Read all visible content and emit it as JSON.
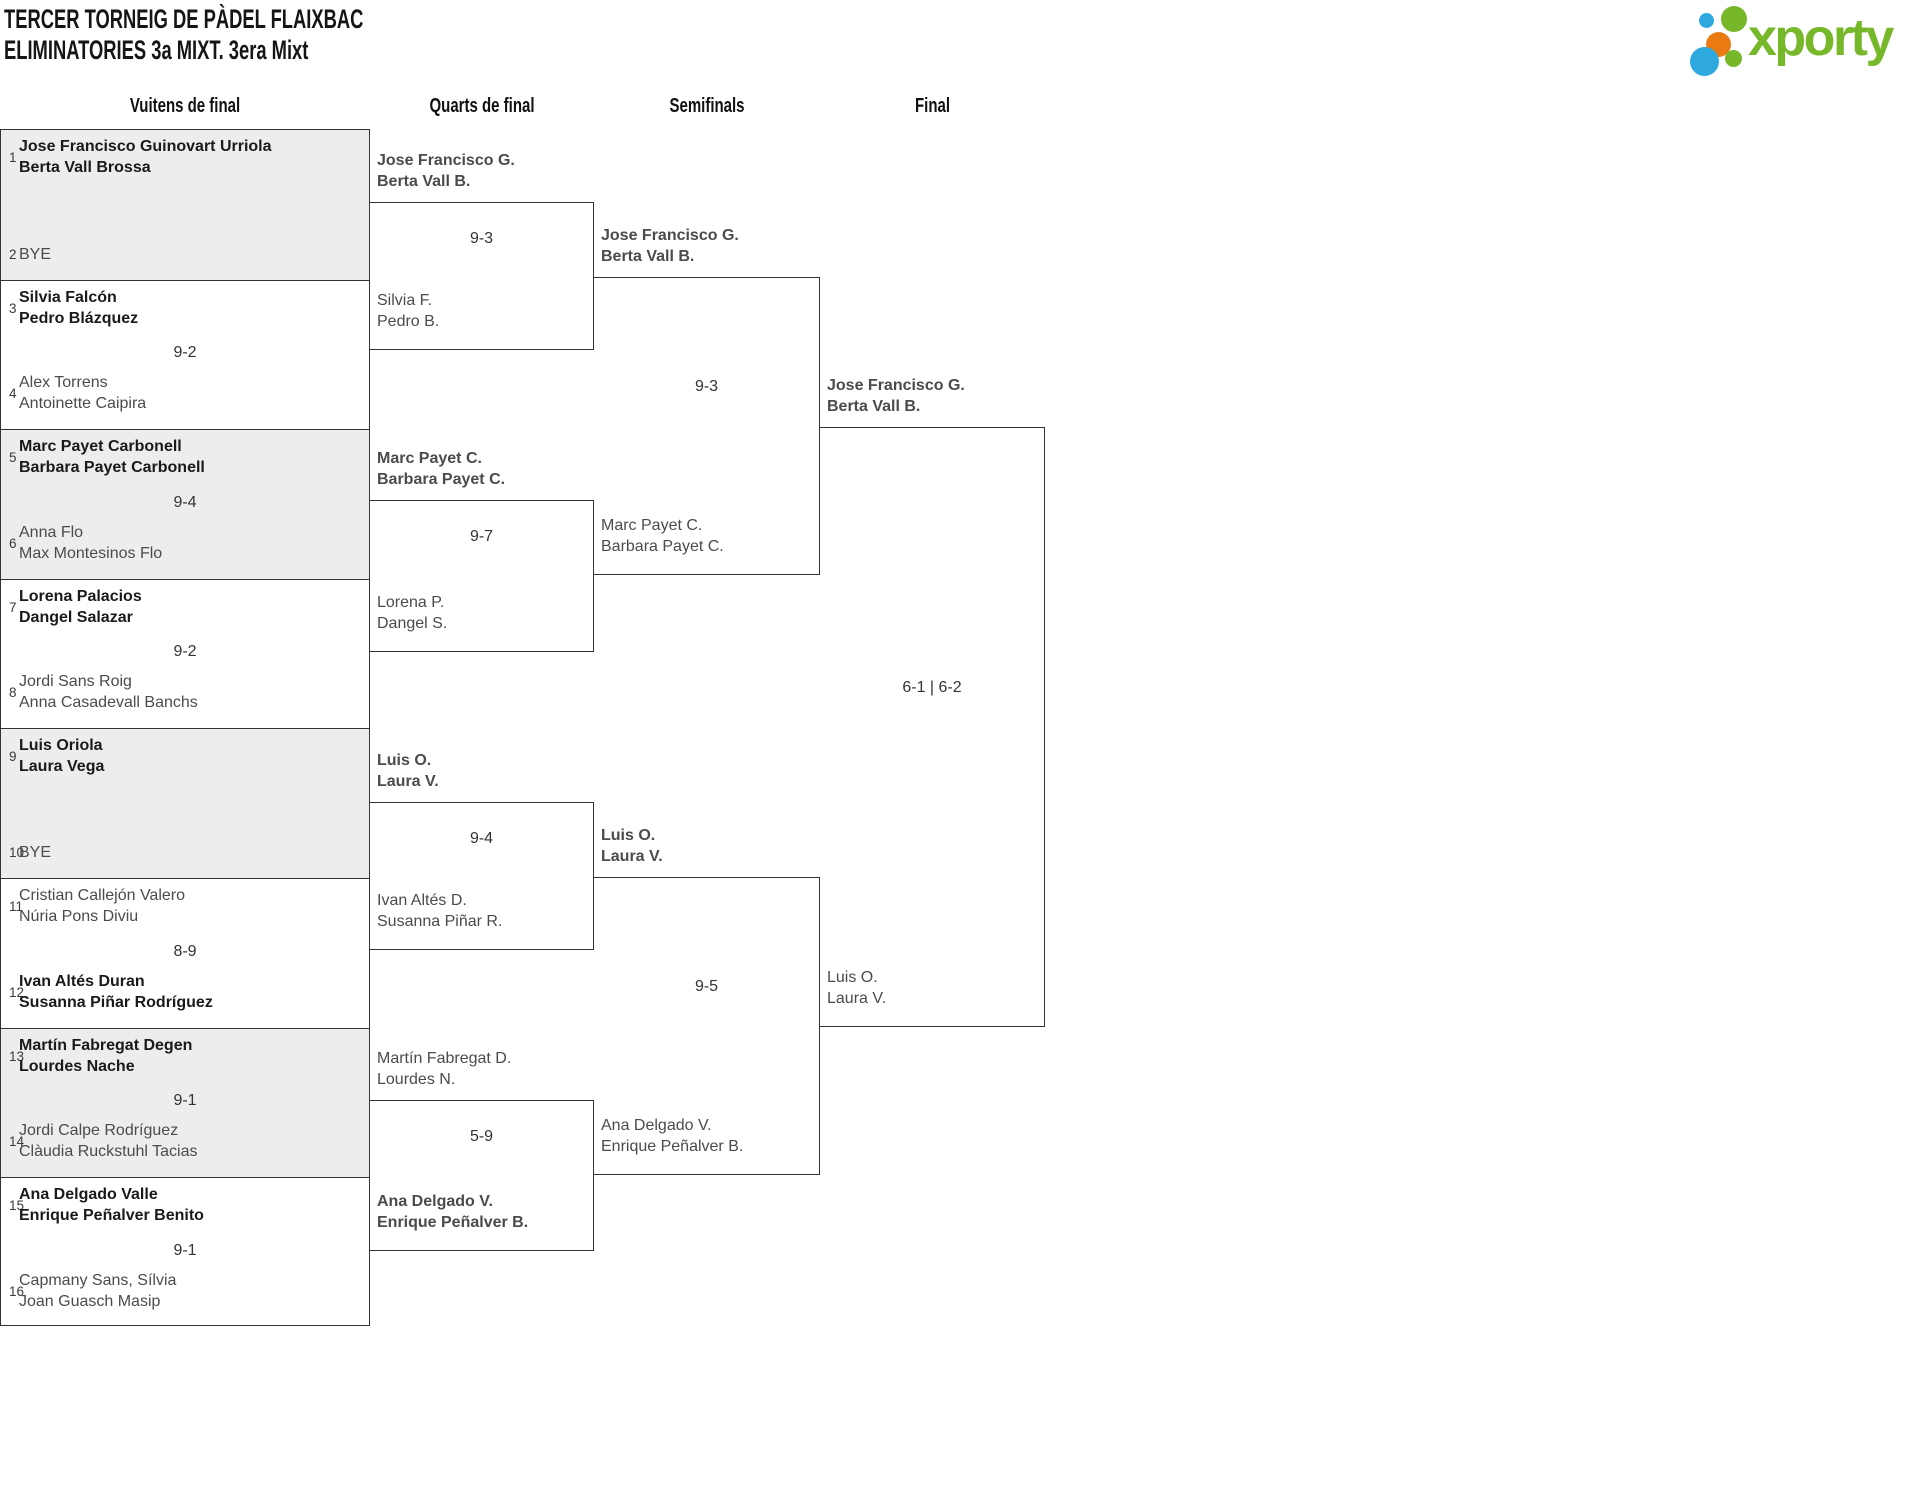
{
  "title": {
    "line1": "TERCER TORNEIG DE PÀDEL FLAIXBAC",
    "line2": "ELIMINATORIES 3a MIXT. 3era Mixt"
  },
  "logo": {
    "wordmark": "xporty",
    "green": "#76b82a",
    "blue": "#2ea9e0",
    "orange": "#ea7a12"
  },
  "colors": {
    "border": "#333333",
    "shaded_row_bg": "#ededed",
    "winner_text": "#1a1a1a",
    "loser_text": "#4b4b4b"
  },
  "columns": [
    "Vuitens de final",
    "Quarts de final",
    "Semifinals",
    "Final"
  ],
  "round16": [
    {
      "n1": "1",
      "t1a": "Jose Francisco Guinovart Urriola",
      "t1b": "Berta Vall Brossa",
      "w1": true,
      "n2": "2",
      "t2a": "BYE",
      "t2b": "",
      "w2": false,
      "score": "",
      "shaded": true
    },
    {
      "n1": "3",
      "t1a": "Silvia Falcón",
      "t1b": "Pedro Blázquez",
      "w1": true,
      "n2": "4",
      "t2a": "Alex Torrens",
      "t2b": "Antoinette Caipira",
      "w2": false,
      "score": "9-2",
      "shaded": false
    },
    {
      "n1": "5",
      "t1a": "Marc Payet Carbonell",
      "t1b": "Barbara Payet Carbonell",
      "w1": true,
      "n2": "6",
      "t2a": "Anna Flo",
      "t2b": "Max Montesinos Flo",
      "w2": false,
      "score": "9-4",
      "shaded": true
    },
    {
      "n1": "7",
      "t1a": "Lorena Palacios",
      "t1b": "Dangel Salazar",
      "w1": true,
      "n2": "8",
      "t2a": "Jordi Sans Roig",
      "t2b": "Anna Casadevall Banchs",
      "w2": false,
      "score": "9-2",
      "shaded": false
    },
    {
      "n1": "9",
      "t1a": "Luis Oriola",
      "t1b": "Laura Vega",
      "w1": true,
      "n2": "10",
      "t2a": "BYE",
      "t2b": "",
      "w2": false,
      "score": "",
      "shaded": true
    },
    {
      "n1": "11",
      "t1a": "Cristian Callejón Valero",
      "t1b": "Núria Pons Diviu",
      "w1": false,
      "n2": "12",
      "t2a": "Ivan Altés Duran",
      "t2b": "Susanna Piñar Rodríguez",
      "w2": true,
      "score": "8-9",
      "shaded": false
    },
    {
      "n1": "13",
      "t1a": "Martín Fabregat Degen",
      "t1b": "Lourdes Nache",
      "w1": true,
      "n2": "14",
      "t2a": "Jordi Calpe Rodríguez",
      "t2b": "Clàudia Ruckstuhl Tacias",
      "w2": false,
      "score": "9-1",
      "shaded": true
    },
    {
      "n1": "15",
      "t1a": "Ana Delgado Valle",
      "t1b": "Enrique Peñalver Benito",
      "w1": true,
      "n2": "16",
      "t2a": "Capmany Sans, Sílvia",
      "t2b": "Joan Guasch Masip",
      "w2": false,
      "score": "9-1",
      "shaded": false
    }
  ],
  "quarterfinals": [
    {
      "t1a": "Jose Francisco G.",
      "t1b": "Berta Vall B.",
      "w1": true,
      "t2a": "Silvia F.",
      "t2b": "Pedro B.",
      "w2": false,
      "score": "9-3"
    },
    {
      "t1a": "Marc Payet C.",
      "t1b": "Barbara Payet C.",
      "w1": true,
      "t2a": "Lorena P.",
      "t2b": "Dangel S.",
      "w2": false,
      "score": "9-7"
    },
    {
      "t1a": "Luis O.",
      "t1b": "Laura V.",
      "w1": true,
      "t2a": "Ivan Altés D.",
      "t2b": "Susanna Piñar R.",
      "w2": false,
      "score": "9-4"
    },
    {
      "t1a": "Martín Fabregat D.",
      "t1b": "Lourdes N.",
      "w1": false,
      "t2a": "Ana Delgado V.",
      "t2b": "Enrique Peñalver B.",
      "w2": true,
      "score": "5-9"
    }
  ],
  "semifinals": [
    {
      "t1a": "Jose Francisco G.",
      "t1b": "Berta Vall B.",
      "w1": true,
      "t2a": "Marc Payet C.",
      "t2b": "Barbara Payet C.",
      "w2": false,
      "score": "9-3"
    },
    {
      "t1a": "Luis O.",
      "t1b": "Laura V.",
      "w1": true,
      "t2a": "Ana Delgado V.",
      "t2b": "Enrique Peñalver B.",
      "w2": false,
      "score": "9-5"
    }
  ],
  "final": {
    "t1a": "Jose Francisco G.",
    "t1b": "Berta Vall B.",
    "w1": true,
    "t2a": "Luis O.",
    "t2b": "Laura V.",
    "w2": false,
    "score": "6-1 | 6-2"
  }
}
